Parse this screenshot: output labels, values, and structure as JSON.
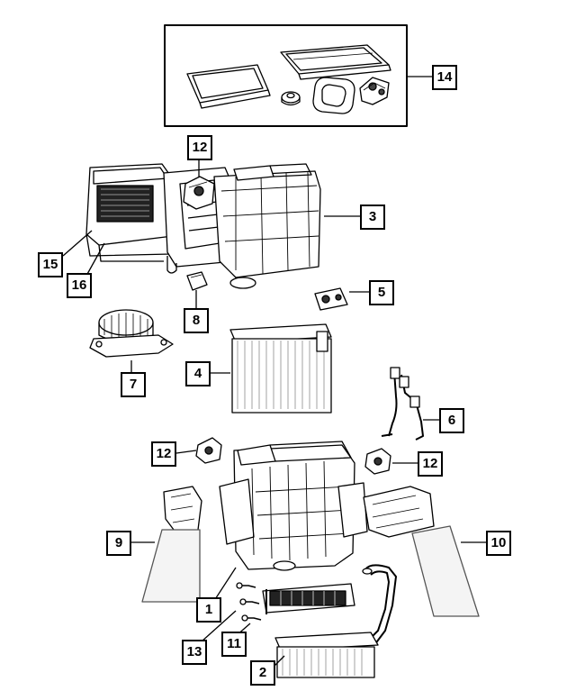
{
  "diagram": {
    "callouts": {
      "c1": "1",
      "c2": "2",
      "c3": "3",
      "c4": "4",
      "c5": "5",
      "c6": "6",
      "c7": "7",
      "c8": "8",
      "c9": "9",
      "c10": "10",
      "c11": "11",
      "c12_top": "12",
      "c12_left": "12",
      "c12_right": "12",
      "c13": "13",
      "c14": "14",
      "c15": "15",
      "c16": "16"
    },
    "colors": {
      "line": "#000000",
      "fill": "#ffffff",
      "shade": "#d9d9d9"
    }
  }
}
